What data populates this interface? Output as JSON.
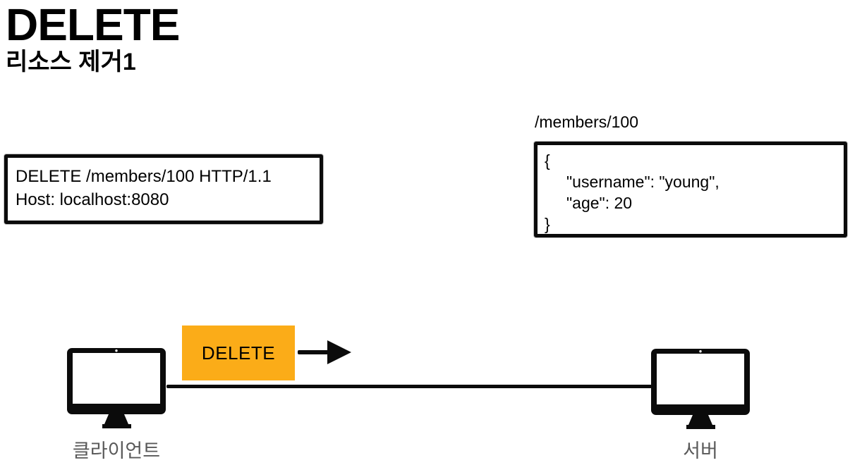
{
  "title": "DELETE",
  "subtitle": "리소스 제거1",
  "request_box": {
    "lines": [
      "DELETE /members/100 HTTP/1.1",
      "Host: localhost:8080"
    ]
  },
  "server_resource": {
    "path_label": "/members/100",
    "json_lines": [
      "{",
      "\"username\": \"young\",",
      "\"age\": 20",
      "}"
    ]
  },
  "flow": {
    "method_label": "DELETE",
    "client_label": "클라이언트",
    "server_label": "서버"
  },
  "colors": {
    "method_bg": "#FBAC18",
    "entity_label": "#595959",
    "ink": "#0B0B0B"
  },
  "icons": {
    "client": "monitor-icon",
    "server": "monitor-icon",
    "request_direction": "right-arrow-icon"
  }
}
